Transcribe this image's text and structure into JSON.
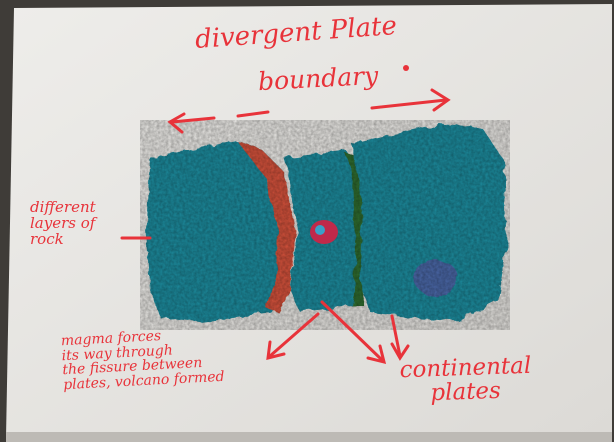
{
  "title": {
    "line1": "divergent Plate",
    "line2": "boundary"
  },
  "labels": {
    "layers": [
      "different",
      "layers of",
      "rock"
    ],
    "magma": [
      "magma forces",
      "its way through",
      "the fissure between",
      "plates, volcano formed"
    ],
    "continental": [
      "continental",
      "plates"
    ]
  },
  "colors": {
    "whiteboard": "#e9e8e5",
    "ink": "#e8333a",
    "plasticine_blue": "#1e8a9c",
    "plasticine_red": "#d2513a",
    "plasticine_green": "#2e6b2e",
    "magma_core": "#c0294a"
  }
}
